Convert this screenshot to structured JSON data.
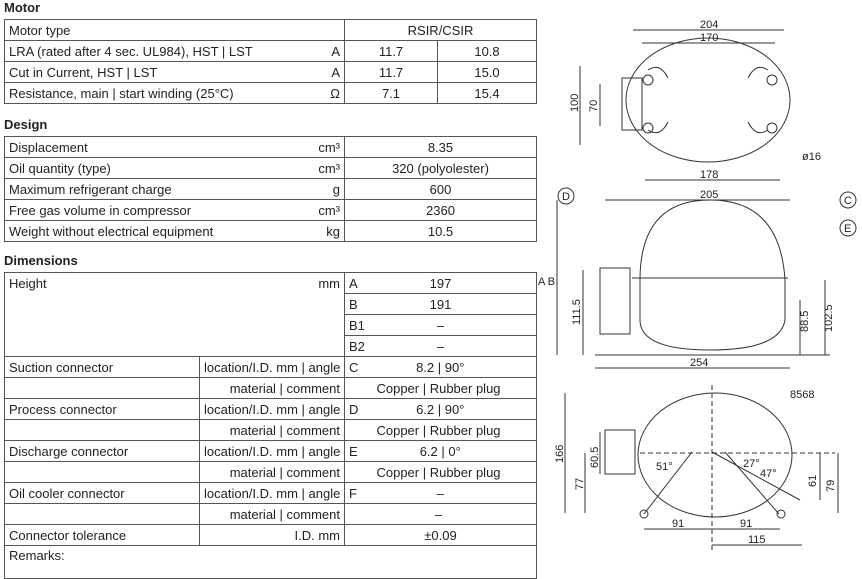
{
  "motor": {
    "title": "Motor",
    "rows": [
      {
        "label": "Motor type",
        "unit": "",
        "values": [
          "RSIR/CSIR"
        ]
      },
      {
        "label": "LRA (rated after 4 sec. UL984), HST | LST",
        "unit": "A",
        "values": [
          "11.7",
          "10.8"
        ]
      },
      {
        "label": "Cut in Current, HST | LST",
        "unit": "A",
        "values": [
          "11.7",
          "15.0"
        ]
      },
      {
        "label": "Resistance, main | start winding (25°C)",
        "unit": "Ω",
        "values": [
          "7.1",
          "15.4"
        ]
      }
    ]
  },
  "design": {
    "title": "Design",
    "rows": [
      {
        "label": "Displacement",
        "unit": "cm³",
        "value": "8.35"
      },
      {
        "label": "Oil quantity (type)",
        "unit": "cm³",
        "value": "320 (polyolester)"
      },
      {
        "label": "Maximum refrigerant charge",
        "unit": "g",
        "value": "600"
      },
      {
        "label": "Free gas volume in compressor",
        "unit": "cm³",
        "value": "2360"
      },
      {
        "label": "Weight without electrical equipment",
        "unit": "kg",
        "value": "10.5"
      }
    ]
  },
  "dimensions": {
    "title": "Dimensions",
    "height": {
      "label": "Height",
      "unit": "mm",
      "rows": [
        {
          "key": "A",
          "value": "197"
        },
        {
          "key": "B",
          "value": "191"
        },
        {
          "key": "B1",
          "value": "–"
        },
        {
          "key": "B2",
          "value": "–"
        }
      ]
    },
    "connectors": [
      {
        "label": "Suction connector",
        "unit1": "location/I.D. mm | angle",
        "key": "C",
        "value1": "8.2 | 90°",
        "unit2": "material | comment",
        "value2": "Copper | Rubber plug"
      },
      {
        "label": "Process connector",
        "unit1": "location/I.D. mm | angle",
        "key": "D",
        "value1": "6.2 | 90°",
        "unit2": "material | comment",
        "value2": "Copper | Rubber plug"
      },
      {
        "label": "Discharge connector",
        "unit1": "location/I.D. mm | angle",
        "key": "E",
        "value1": "6.2 | 0°",
        "unit2": "material | comment",
        "value2": "Copper | Rubber plug"
      },
      {
        "label": "Oil cooler connector",
        "unit1": "location/I.D. mm | angle",
        "key": "F",
        "value1": "–",
        "unit2": "material | comment",
        "value2": "–"
      }
    ],
    "tolerance": {
      "label": "Connector tolerance",
      "unit": "I.D. mm",
      "value": "±0.09"
    },
    "remarks": "Remarks:"
  },
  "drawings": {
    "top": {
      "d204": "204",
      "d170": "170",
      "d100": "100",
      "d70": "70",
      "d178": "178",
      "d16": "ø16"
    },
    "side": {
      "d205": "205",
      "ab": "A B",
      "d111": "111.5",
      "d88": "88.5",
      "d102": "102.5",
      "d254": "254",
      "C": "C",
      "D": "D",
      "E": "E"
    },
    "bottom": {
      "code": "8568",
      "d166": "166",
      "d77": "77",
      "d60": "60.5",
      "a51": "51°",
      "a27": "27°",
      "a47": "47°",
      "d61": "61",
      "d79": "79",
      "d91a": "91",
      "d91b": "91",
      "d115": "115"
    }
  }
}
